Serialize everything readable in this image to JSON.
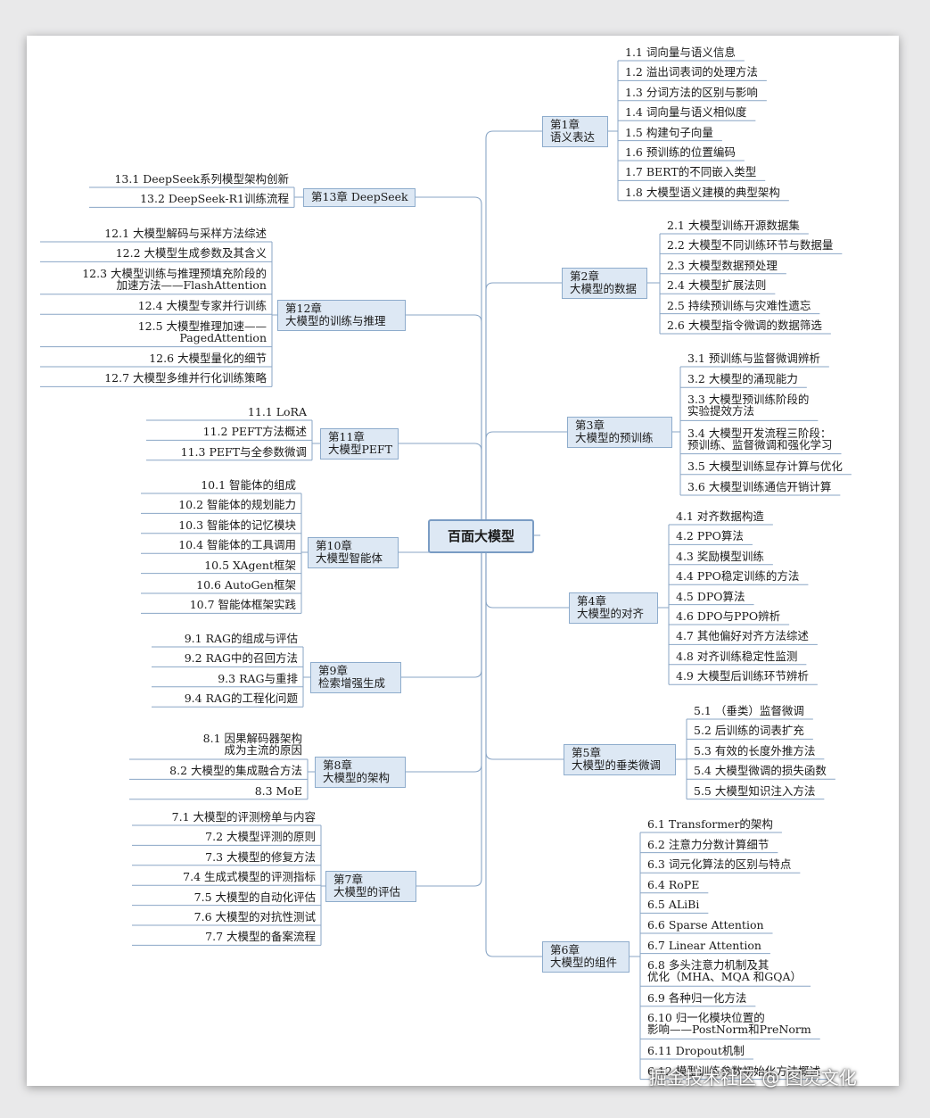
{
  "root": "百面大模型",
  "chapters": [
    {
      "title": [
        "第1章",
        "语义表达"
      ],
      "side": "right",
      "sections": [
        "1.1 词向量与语义信息",
        "1.2 溢出词表词的处理方法",
        "1.3 分词方法的区别与影响",
        "1.4 词向量与语义相似度",
        "1.5 构建句子向量",
        "1.6 预训练的位置编码",
        "1.7 BERT的不同嵌入类型",
        "1.8 大模型语义建模的典型架构"
      ]
    },
    {
      "title": [
        "第2章",
        "大模型的数据"
      ],
      "side": "right",
      "sections": [
        "2.1 大模型训练开源数据集",
        "2.2 大模型不同训练环节与数据量",
        "2.3 大模型数据预处理",
        "2.4 大模型扩展法则",
        "2.5 持续预训练与灾难性遗忘",
        "2.6 大模型指令微调的数据筛选"
      ]
    },
    {
      "title": [
        "第3章",
        "大模型的预训练"
      ],
      "side": "right",
      "sections": [
        "3.1 预训练与监督微调辨析",
        "3.2 大模型的涌现能力",
        "3.3 大模型预训练阶段的\n实验提效方法",
        "3.4 大模型开发流程三阶段：\n预训练、监督微调和强化学习",
        "3.5 大模型训练显存计算与优化",
        "3.6 大模型训练通信开销计算"
      ]
    },
    {
      "title": [
        "第4章",
        "大模型的对齐"
      ],
      "side": "right",
      "sections": [
        "4.1 对齐数据构造",
        "4.2 PPO算法",
        "4.3 奖励模型训练",
        "4.4 PPO稳定训练的方法",
        "4.5 DPO算法",
        "4.6 DPO与PPO辨析",
        "4.7 其他偏好对齐方法综述",
        "4.8 对齐训练稳定性监测",
        "4.9 大模型后训练环节辨析"
      ]
    },
    {
      "title": [
        "第5章",
        "大模型的垂类微调"
      ],
      "side": "right",
      "sections": [
        "5.1 （垂类）监督微调",
        "5.2 后训练的词表扩充",
        "5.3 有效的长度外推方法",
        "5.4 大模型微调的损失函数",
        "5.5 大模型知识注入方法"
      ]
    },
    {
      "title": [
        "第6章",
        "大模型的组件"
      ],
      "side": "right",
      "sections": [
        "6.1 Transformer的架构",
        "6.2 注意力分数计算细节",
        "6.3 词元化算法的区别与特点",
        "6.4 RoPE",
        "6.5 ALiBi",
        "6.6 Sparse Attention",
        "6.7 Linear Attention",
        "6.8 多头注意力机制及其\n优化（MHA、MQA 和GQA）",
        "6.9 各种归一化方法",
        "6.10 归一化模块位置的\n影响——PostNorm和PreNorm",
        "6.11 Dropout机制",
        "6.12 模型训练参数初始化方法概述"
      ]
    },
    {
      "title": [
        "第7章",
        "大模型的评估"
      ],
      "side": "left",
      "sections": [
        "7.1 大模型的评测榜单与内容",
        "7.2 大模型评测的原则",
        "7.3 大模型的修复方法",
        "7.4 生成式模型的评测指标",
        "7.5 大模型的自动化评估",
        "7.6 大模型的对抗性测试",
        "7.7 大模型的备案流程"
      ]
    },
    {
      "title": [
        "第8章",
        "大模型的架构"
      ],
      "side": "left",
      "sections": [
        "8.1 因果解码器架构\n成为主流的原因",
        "8.2 大模型的集成融合方法",
        "8.3 MoE"
      ]
    },
    {
      "title": [
        "第9章",
        "检索增强生成"
      ],
      "side": "left",
      "sections": [
        "9.1 RAG的组成与评估",
        "9.2 RAG中的召回方法",
        "9.3 RAG与重排",
        "9.4 RAG的工程化问题"
      ]
    },
    {
      "title": [
        "第10章",
        "大模型智能体"
      ],
      "side": "left",
      "sections": [
        "10.1 智能体的组成",
        "10.2 智能体的规划能力",
        "10.3 智能体的记忆模块",
        "10.4 智能体的工具调用",
        "10.5 XAgent框架",
        "10.6 AutoGen框架",
        "10.7 智能体框架实践"
      ]
    },
    {
      "title": [
        "第11章",
        "大模型PEFT"
      ],
      "side": "left",
      "sections": [
        "11.1 LoRA",
        "11.2 PEFT方法概述",
        "11.3 PEFT与全参数微调"
      ]
    },
    {
      "title": [
        "第12章",
        "大模型的训练与推理"
      ],
      "side": "left",
      "sections": [
        "12.1 大模型解码与采样方法综述",
        "12.2 大模型生成参数及其含义",
        "12.3 大模型训练与推理预填充阶段的\n加速方法——FlashAttention",
        "12.4 大模型专家并行训练",
        "12.5 大模型推理加速——\nPagedAttention",
        "12.6 大模型量化的细节",
        "12.7 大模型多维并行化训练策略"
      ]
    },
    {
      "title": [
        "第13章 DeepSeek"
      ],
      "side": "left",
      "sections": [
        "13.1 DeepSeek系列模型架构创新",
        "13.2 DeepSeek-R1训练流程"
      ]
    }
  ],
  "watermark": "掘金技术社区 @ 图灵文化",
  "colors": {
    "node_fill": "#dde8f4",
    "node_border": "#8eaccc",
    "line": "#8aa6c6",
    "background": "#e9e9ea"
  }
}
